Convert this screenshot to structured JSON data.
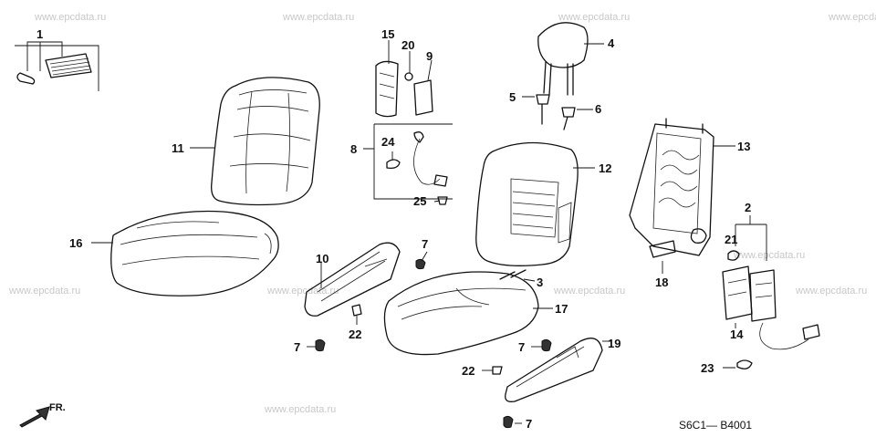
{
  "watermark": "www.epcdata.ru",
  "diagram_code": "S6C1— B4001",
  "direction_label": "FR.",
  "callouts": [
    {
      "id": "c1",
      "text": "1"
    },
    {
      "id": "c2",
      "text": "2"
    },
    {
      "id": "c3",
      "text": "3"
    },
    {
      "id": "c4",
      "text": "4"
    },
    {
      "id": "c5",
      "text": "5"
    },
    {
      "id": "c6",
      "text": "6"
    },
    {
      "id": "c7a",
      "text": "7"
    },
    {
      "id": "c7b",
      "text": "7"
    },
    {
      "id": "c7c",
      "text": "7"
    },
    {
      "id": "c7d",
      "text": "7"
    },
    {
      "id": "c8",
      "text": "8"
    },
    {
      "id": "c9",
      "text": "9"
    },
    {
      "id": "c10",
      "text": "10"
    },
    {
      "id": "c11",
      "text": "11"
    },
    {
      "id": "c12",
      "text": "12"
    },
    {
      "id": "c13",
      "text": "13"
    },
    {
      "id": "c14",
      "text": "14"
    },
    {
      "id": "c15",
      "text": "15"
    },
    {
      "id": "c16",
      "text": "16"
    },
    {
      "id": "c17",
      "text": "17"
    },
    {
      "id": "c18",
      "text": "18"
    },
    {
      "id": "c19",
      "text": "19"
    },
    {
      "id": "c20",
      "text": "20"
    },
    {
      "id": "c21",
      "text": "21"
    },
    {
      "id": "c22a",
      "text": "22"
    },
    {
      "id": "c22b",
      "text": "22"
    },
    {
      "id": "c23",
      "text": "23"
    },
    {
      "id": "c24",
      "text": "24"
    },
    {
      "id": "c25",
      "text": "25"
    }
  ],
  "colors": {
    "line": "#111111",
    "watermark": "#c8c8c8",
    "background": "#ffffff"
  }
}
